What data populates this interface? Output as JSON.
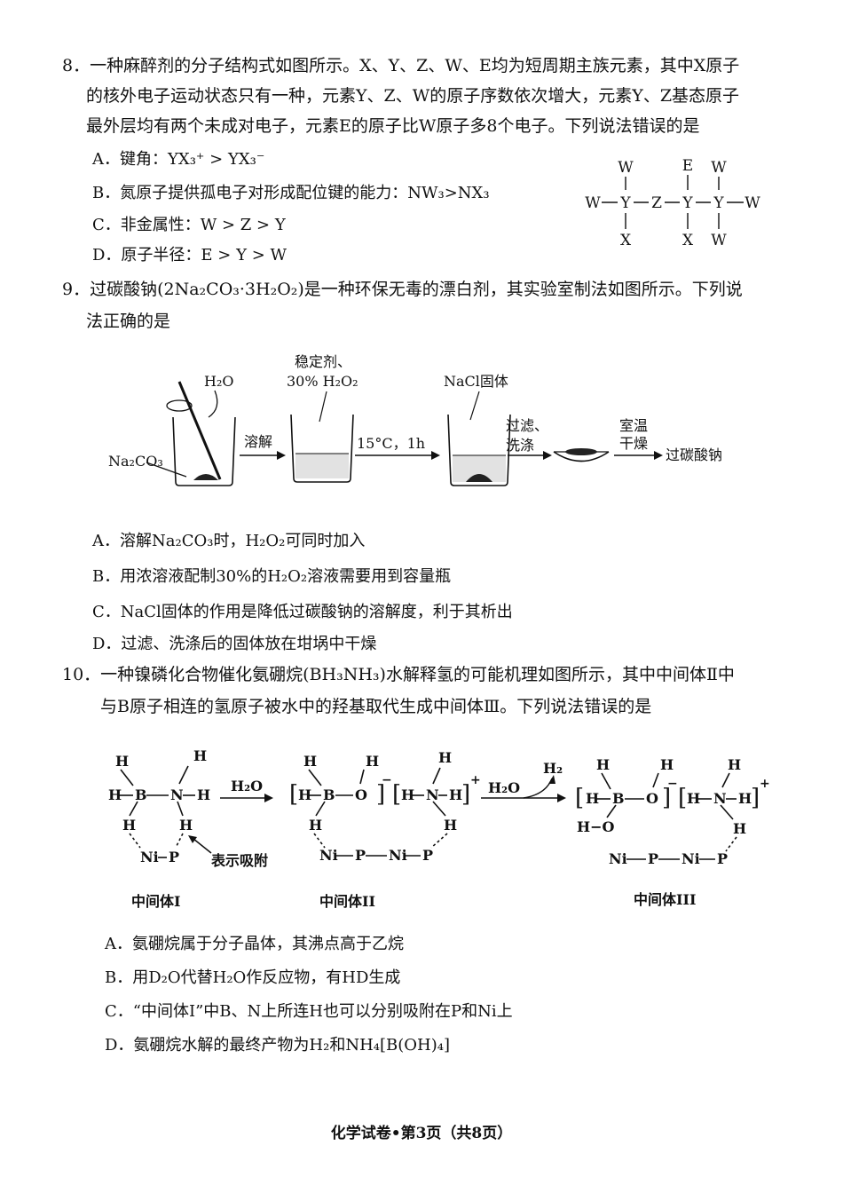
{
  "q8": {
    "line1": "8．一种麻醉剂的分子结构式如图所示。X、Y、Z、W、E均为短周期主族元素，其中X原子",
    "line2": "的核外电子运动状态只有一种，元素Y、Z、W的原子序数依次增大，元素Y、Z基态原子",
    "line3": "最外层均有两个未成对电子，元素E的原子比W原子多8个电子。下列说法错误的是",
    "optA": "A．键角：YX₃⁺ > YX₃⁻",
    "optB": "B．氮原子提供孤电子对形成配位键的能力：NW₃>NX₃",
    "optC": "C．非金属性：W > Z > Y",
    "optD": "D．原子半径：E > Y > W",
    "struct": {
      "w": "W",
      "x": "X",
      "y": "Y",
      "z": "Z",
      "e": "E"
    }
  },
  "q9": {
    "line1": "9．过碳酸钠(2Na₂CO₃·3H₂O₂)是一种环保无毒的漂白剂，其实验室制法如图所示。下列说",
    "line2": "法正确的是",
    "diagram": {
      "water": "H₂O",
      "na2co3": "Na₂CO₃",
      "dissolve": "溶解",
      "stabilizer": "稳定剂、",
      "h2o2": "30% H₂O₂",
      "temp": "15°C，1h",
      "nacl": "NaCl固体",
      "filter": "过滤、",
      "wash": "洗涤",
      "room": "室温",
      "dry": "干燥",
      "product": "过碳酸钠"
    },
    "optA": "A．溶解Na₂CO₃时，H₂O₂可同时加入",
    "optB": "B．用浓溶液配制30%的H₂O₂溶液需要用到容量瓶",
    "optC": "C．NaCl固体的作用是降低过碳酸钠的溶解度，利于其析出",
    "optD": "D．过滤、洗涤后的固体放在坩埚中干燥"
  },
  "q10": {
    "line1": "10．一种镍磷化合物催化氨硼烷(BH₃NH₃)水解释氢的可能机理如图所示，其中中间体Ⅱ中",
    "line2": "与B原子相连的氢原子被水中的羟基取代生成中间体Ⅲ。下列说法错误的是",
    "diagram": {
      "h": "H",
      "b": "B",
      "n": "N",
      "o": "O",
      "ni": "Ni",
      "p": "P",
      "ho": "H−O",
      "water": "H₂O",
      "h2": "H₂",
      "adsorb": "表示吸附",
      "int1": "中间体I",
      "int2": "中间体II",
      "int3": "中间体III",
      "minus": "−",
      "plus": "+"
    },
    "optA": "A．氨硼烷属于分子晶体，其沸点高于乙烷",
    "optB": "B．用D₂O代替H₂O作反应物，有HD生成",
    "optC": "C．“中间体Ⅰ”中B、N上所连H也可以分别吸附在P和Ni上",
    "optD": "D．氨硼烷水解的最终产物为H₂和NH₄[B(OH)₄]"
  },
  "footer": "化学试卷•第3页（共8页）"
}
